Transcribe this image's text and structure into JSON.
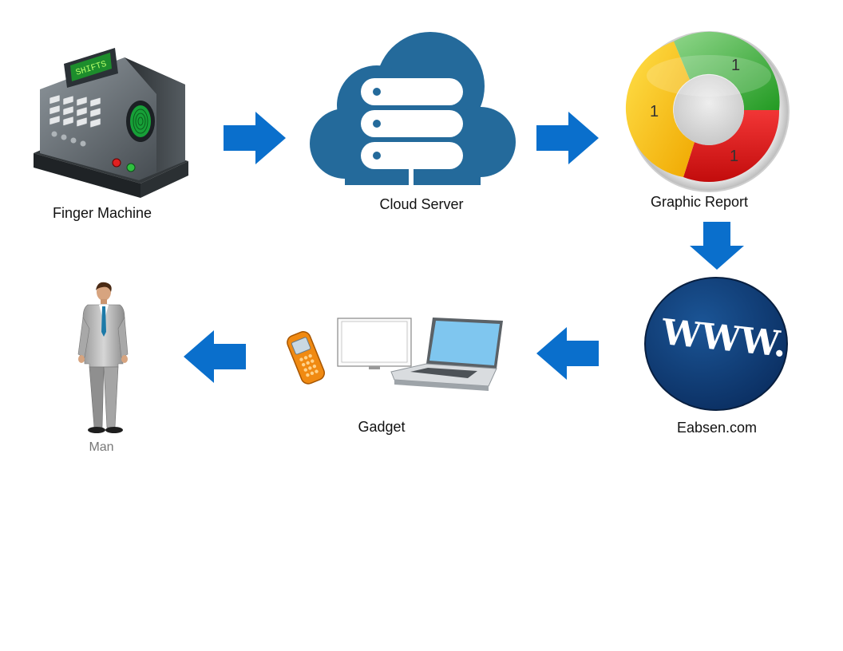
{
  "nodes": {
    "finger_machine": {
      "label": "Finger Machine",
      "display_text": "SHIFTS"
    },
    "cloud_server": {
      "label": "Cloud Server"
    },
    "graphic_report": {
      "label": "Graphic Report",
      "segment_values": [
        "1",
        "1",
        "1"
      ]
    },
    "website": {
      "label": "Eabsen.com",
      "globe_text": "WWW."
    },
    "gadget": {
      "label": "Gadget"
    },
    "man": {
      "label": "Man"
    }
  },
  "arrows": [
    {
      "from": "finger_machine",
      "to": "cloud_server",
      "direction": "right"
    },
    {
      "from": "cloud_server",
      "to": "graphic_report",
      "direction": "right"
    },
    {
      "from": "graphic_report",
      "to": "website",
      "direction": "down"
    },
    {
      "from": "website",
      "to": "gadget",
      "direction": "left"
    },
    {
      "from": "gadget",
      "to": "man",
      "direction": "left"
    }
  ],
  "colors": {
    "arrow": "#0a6fcc",
    "cloud": "#246a9b",
    "globe": "#103f7a",
    "donut_green": "#3aa53a",
    "donut_red": "#e01818",
    "donut_yellow": "#f2c40c"
  },
  "icons": {
    "finger_machine": "fingerprint-machine-icon",
    "cloud_server": "cloud-server-icon",
    "graphic_report": "donut-chart-icon",
    "website": "www-globe-icon",
    "phone": "mobile-phone-icon",
    "monitor": "monitor-icon",
    "laptop": "laptop-icon",
    "man": "businessman-icon"
  }
}
